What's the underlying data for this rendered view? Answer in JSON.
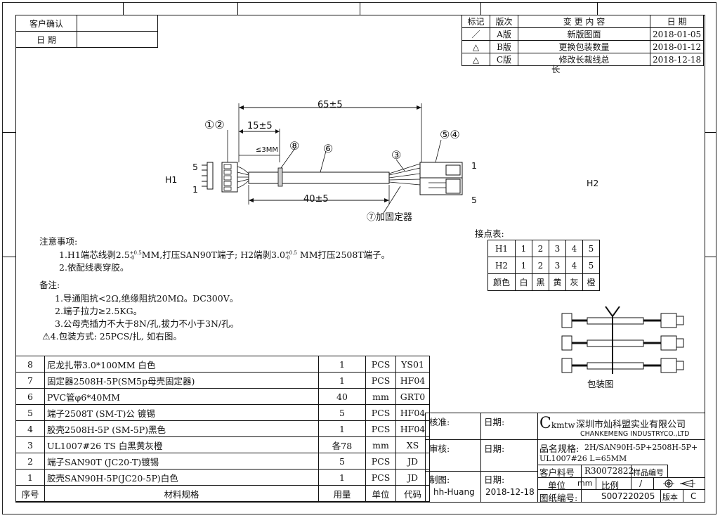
{
  "customer_box": {
    "confirm_label": "客户确认",
    "date_label": "日 期"
  },
  "revision": {
    "headers": [
      "标记",
      "版次",
      "变 更 内 容",
      "日 期"
    ],
    "rows": [
      {
        "mark": "／",
        "version": "A版",
        "content": "新版图面",
        "date": "2018-01-05"
      },
      {
        "mark": "△",
        "version": "B版",
        "content": "更换包装数量",
        "date": "2018-01-12"
      },
      {
        "mark": "△",
        "version": "C版",
        "content": "修改长裁线总",
        "date": "2018-12-18"
      }
    ],
    "overflow": "长"
  },
  "drawing": {
    "dim_overall": "65±5",
    "dim_left": "15±5",
    "dim_tie": "≤3MM",
    "dim_bottom": "40±5",
    "callout_12": "①②",
    "callout_8": "⑧",
    "callout_6": "⑥",
    "callout_3": "③",
    "callout_54": "⑤④",
    "callout_7": "⑦加固定器",
    "h1": "H1",
    "h2": "H2",
    "left_top_pin": "5",
    "left_bot_pin": "1",
    "right_top_pin": "1",
    "right_bot_pin": "5"
  },
  "notes": {
    "title": "注意事项:",
    "line1_a": "1.H1端芯线剥2.5",
    "line1_sup1": "+0.5",
    "line1_sub1": "-0",
    "line1_b": "MM,打压SAN90T端子; H2端剥3.0",
    "line1_sup2": "+0.5",
    "line1_sub2": "-0",
    "line1_c": " MM打压2508T端子。",
    "line2": "2.依配线表穿胶。"
  },
  "remarks": {
    "title": "备注:",
    "items": [
      "1.导通阻抗<2Ω,绝缘阻抗20MΩ。DC300V。",
      "2.端子拉力≥2.5KG。",
      "3.公母壳插力不大于8N/孔,拔力不小于3N/孔。",
      "4.包装方式: 25PCS/扎, 如右图。"
    ]
  },
  "pinout": {
    "title": "接点表:",
    "rows": [
      [
        "H1",
        "1",
        "2",
        "3",
        "4",
        "5"
      ],
      [
        "H2",
        "1",
        "2",
        "3",
        "4",
        "5"
      ],
      [
        "颜色",
        "白",
        "黑",
        "黄",
        "灰",
        "橙"
      ]
    ]
  },
  "packaging_label": "包装图",
  "bom": {
    "headers": [
      "序号",
      "材料规格",
      "用量",
      "单位",
      "代码"
    ],
    "rows": [
      [
        "8",
        "尼龙扎带3.0*100MM 白色",
        "1",
        "PCS",
        "YS01"
      ],
      [
        "7",
        "固定器2508H-5P(SM5p母壳固定器)",
        "1",
        "PCS",
        "HF04"
      ],
      [
        "6",
        "PVC管φ6*40MM",
        "40",
        "mm",
        "GRT0"
      ],
      [
        "5",
        "端子2508T (SM-T)公 镀锡",
        "5",
        "PCS",
        "HF04"
      ],
      [
        "4",
        "胶壳2508H-5P (SM-5P)黑色",
        "1",
        "PCS",
        "HF04"
      ],
      [
        "3",
        "UL1007#26 TS 白黑黄灰橙",
        "各78",
        "mm",
        "XS"
      ],
      [
        "2",
        "端子SAN90T (JC20-T)镀锡",
        "5",
        "PCS",
        "JD"
      ],
      [
        "1",
        "胶壳SAN90H-5P(JC20-5P)白色",
        "1",
        "PCS",
        "JD"
      ]
    ]
  },
  "title_block": {
    "check": "核准:",
    "review": "审核:",
    "made": "制图:",
    "date_label": "日期:",
    "drafter": "hh-Huang",
    "draft_date": "2018-12-18",
    "logo_c": "C",
    "logo_rest": "kmtw",
    "company_cn": "深圳市灿科盟实业有限公司",
    "company_en": "CHANKEMENG INDUSTRYCO.,LTD",
    "product_label": "品名规格:",
    "product_1": "2H/SAN90H-5P+2508H-5P+",
    "product_2": "UL1007#26 L=65MM",
    "part_label": "客户料号",
    "part_no": "R30072822",
    "sample_label": "样品编号",
    "unit_label": "单位",
    "unit": "mm",
    "scale_label": "比例",
    "scale": "/",
    "drawing_label": "图纸编号:",
    "drawing_no": "S007220205",
    "edition_label": "版本",
    "edition": "C"
  }
}
